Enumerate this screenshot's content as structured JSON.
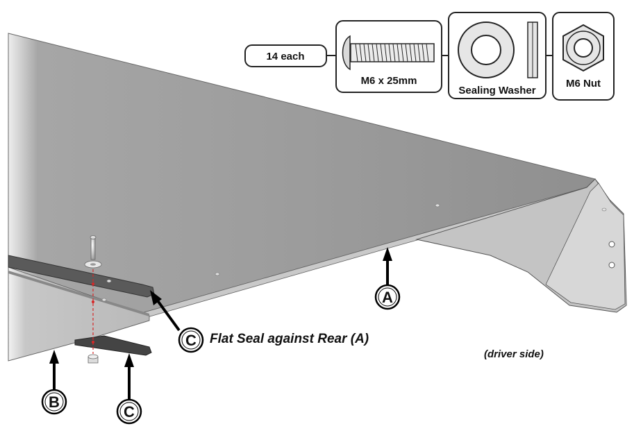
{
  "hardware": {
    "quantity": "14 each",
    "bolt_label": "M6 x 25mm",
    "washer_label": "Sealing Washer",
    "nut_label": "M6 Nut"
  },
  "callouts": {
    "a": "A",
    "b": "B",
    "c_top": "C",
    "c_bottom": "C"
  },
  "captions": {
    "flat_seal": "Flat Seal against Rear (A)",
    "driver_side": "(driver side)"
  },
  "colors": {
    "panel": "#9a9a9a",
    "panel_dark": "#7f7f7f",
    "seal": "#4a4a4a",
    "guide_line": "#d62828"
  }
}
